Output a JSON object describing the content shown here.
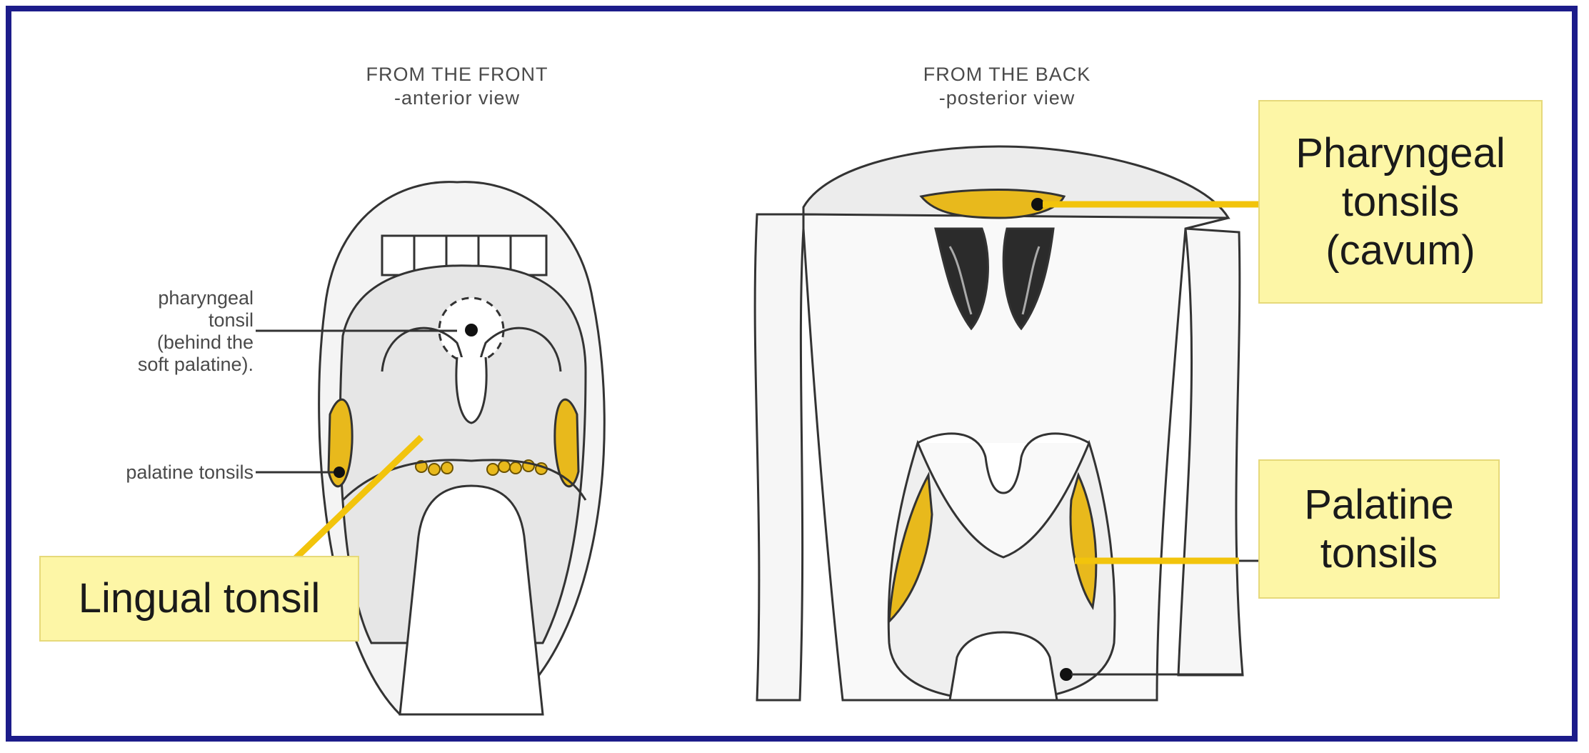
{
  "colors": {
    "frame": "#1c1c8a",
    "callout_bg": "#fdf6a6",
    "highlight": "#e8b91c",
    "pointer": "#f2c40c"
  },
  "left_view": {
    "heading_line1": "FROM THE FRONT",
    "heading_line2": "-anterior view",
    "label_pharyngeal": [
      "pharyngeal",
      "tonsil",
      "(behind the",
      "soft palatine)."
    ],
    "label_palatine": "palatine tonsils"
  },
  "right_view": {
    "heading_line1": "FROM THE BACK",
    "heading_line2": "-posterior view"
  },
  "callouts": {
    "pharyngeal": [
      "Pharyngeal",
      "tonsils",
      "(cavum)"
    ],
    "palatine": [
      "Palatine",
      "tonsils"
    ],
    "lingual": "Lingual tonsil"
  }
}
